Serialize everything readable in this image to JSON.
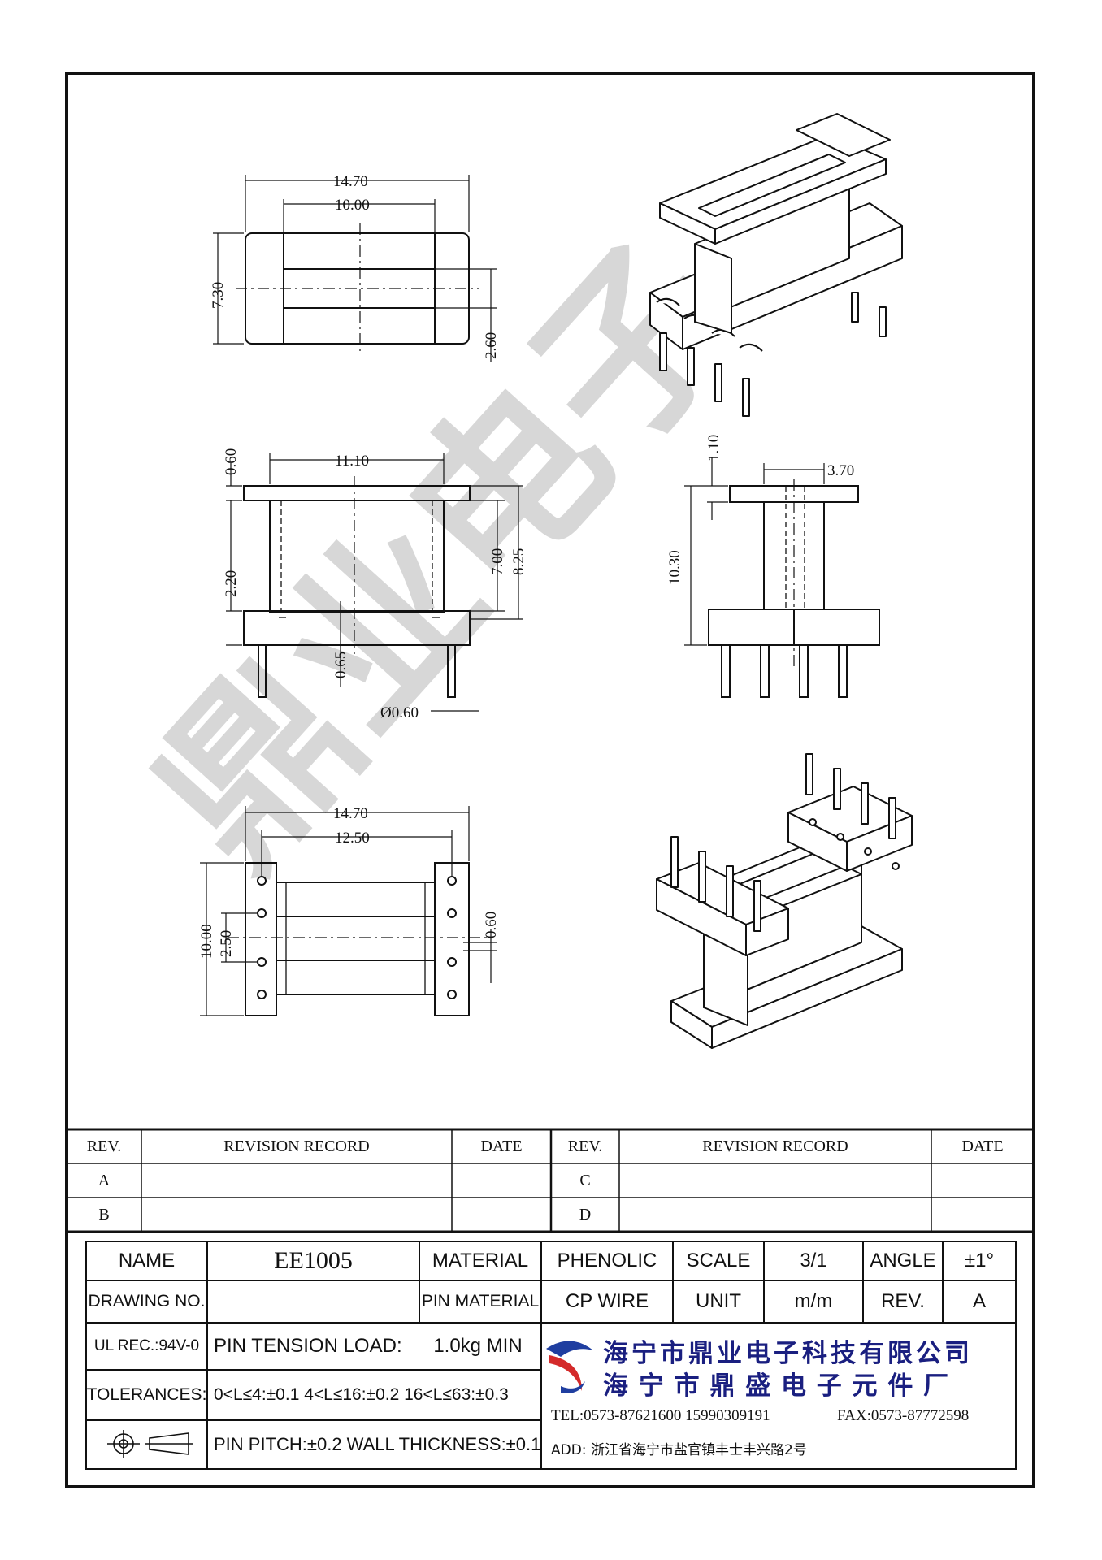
{
  "views": {
    "top": {
      "overall_width": "14.70",
      "window_width": "10.00",
      "height": "7.30",
      "slot": "2.60"
    },
    "front": {
      "flange_width": "11.10",
      "flange_thk": "0.60",
      "gap": "2.20",
      "inner_height": "7.00",
      "total_height": "8.25",
      "base_offset": "0.65",
      "pin_dia": "Ø0.60"
    },
    "side": {
      "top_thk": "1.10",
      "core_width": "3.70",
      "height": "10.30"
    },
    "bottom": {
      "overall_width": "14.70",
      "pin_row": "12.50",
      "height": "10.00",
      "pitch": "2.50",
      "pin": "0.60"
    }
  },
  "revision_table": {
    "headers": [
      "REV.",
      "REVISION RECORD",
      "DATE",
      "REV.",
      "REVISION RECORD",
      "DATE"
    ],
    "rows": [
      [
        "A",
        "",
        "",
        "C",
        "",
        ""
      ],
      [
        "B",
        "",
        "",
        "D",
        "",
        ""
      ]
    ]
  },
  "title_block": {
    "name_label": "NAME",
    "name_value": "EE1005",
    "material_label": "MATERIAL",
    "material_value": "PHENOLIC",
    "scale_label": "SCALE",
    "scale_value": "3/1",
    "angle_label": "ANGLE",
    "angle_value": "±1°",
    "drawing_no_label": "DRAWING NO.",
    "drawing_no_value": "",
    "pin_material_label": "PIN MATERIAL",
    "pin_material_value": "CP WIRE",
    "unit_label": "UNIT",
    "unit_value": "m/m",
    "rev_label": "REV.",
    "rev_value": "A",
    "ul_rec": "UL REC.:94V-0",
    "pin_tension": "PIN  TENSION  LOAD:",
    "pin_tension_value": "1.0kg  MIN",
    "tolerances_label": "TOLERANCES:",
    "tolerances_value": "0<L≤4:±0.1  4<L≤16:±0.2  16<L≤63:±0.3",
    "pin_pitch": "PIN PITCH:±0.2 WALL THICKNESS:±0.1"
  },
  "company": {
    "name_1": "海宁市鼎业电子科技有限公司",
    "name_2": "海 宁 市 鼎 盛 电 子 元 件 厂",
    "tel": "TEL:0573-87621600 15990309191",
    "fax": "FAX:0573-87772598",
    "address": "ADD: 浙江省海宁市盐官镇丰士丰兴路2号",
    "logo_colors": [
      "#d42a2a",
      "#1f3ea0"
    ]
  },
  "watermark": "鼎业电子"
}
